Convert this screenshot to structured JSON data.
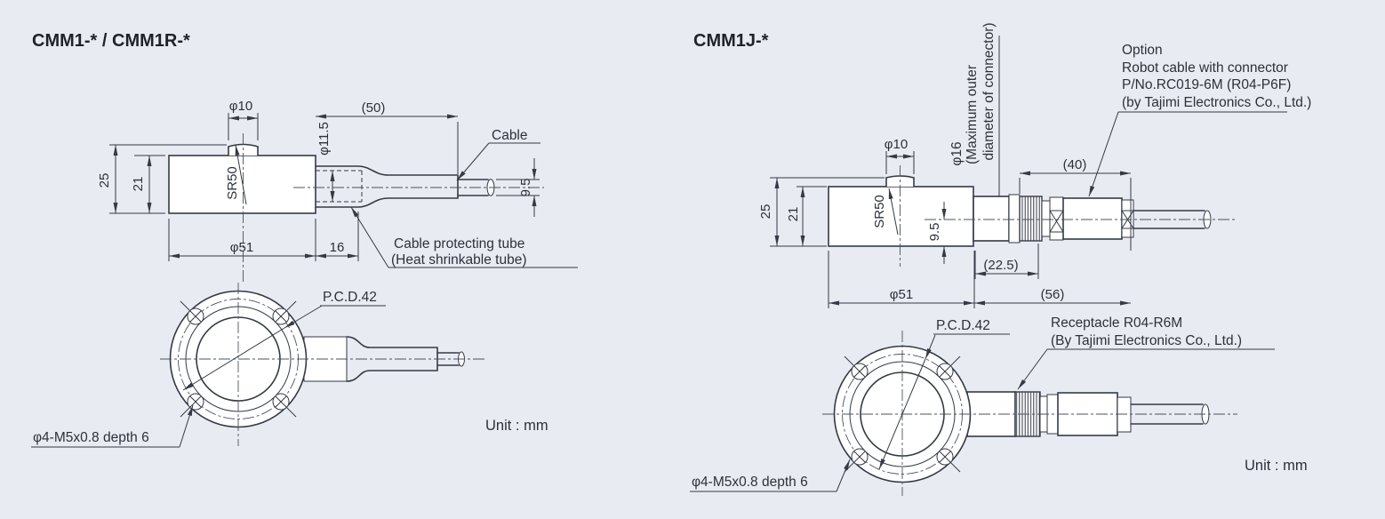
{
  "colors": {
    "background": "#e9ebf2",
    "ink": "#343a46",
    "text": "#2b313c"
  },
  "left": {
    "title": "CMM1-* / CMM1R-*",
    "dim_phi10": "φ10",
    "dim_50": "(50)",
    "dim_phi11_5": "φ11.5",
    "dim_25": "25",
    "dim_21": "21",
    "dim_sr50": "SR50",
    "dim_phi51": "φ51",
    "dim_16": "16",
    "dim_9_5": "9.5",
    "cable_label": "Cable",
    "tube_label_1": "Cable protecting tube",
    "tube_label_2": "(Heat shrinkable tube)",
    "pcd_label": "P.C.D.42",
    "bolt_label": "φ4-M5x0.8 depth 6",
    "unit_label": "Unit : mm"
  },
  "right": {
    "title": "CMM1J-*",
    "note_phi16": "φ16",
    "note_line1": "(Maximum outer",
    "note_line2": "diameter of connector)",
    "option_line1": "Option",
    "option_line2": "Robot cable with connector",
    "option_line3": "P/No.RC019-6M (R04-P6F)",
    "option_line4": "(by Tajimi Electronics Co., Ltd.)",
    "dim_phi10": "φ10",
    "dim_25": "25",
    "dim_21": "21",
    "dim_sr50": "SR50",
    "dim_9_5": "9.5",
    "dim_40": "(40)",
    "dim_22_5": "(22.5)",
    "dim_phi51": "φ51",
    "dim_56": "(56)",
    "receptacle_line1": "Receptacle R04-R6M",
    "receptacle_line2": "(By Tajimi Electronics Co., Ltd.)",
    "pcd_label": "P.C.D.42",
    "bolt_label": "φ4-M5x0.8 depth 6",
    "unit_label": "Unit : mm"
  }
}
